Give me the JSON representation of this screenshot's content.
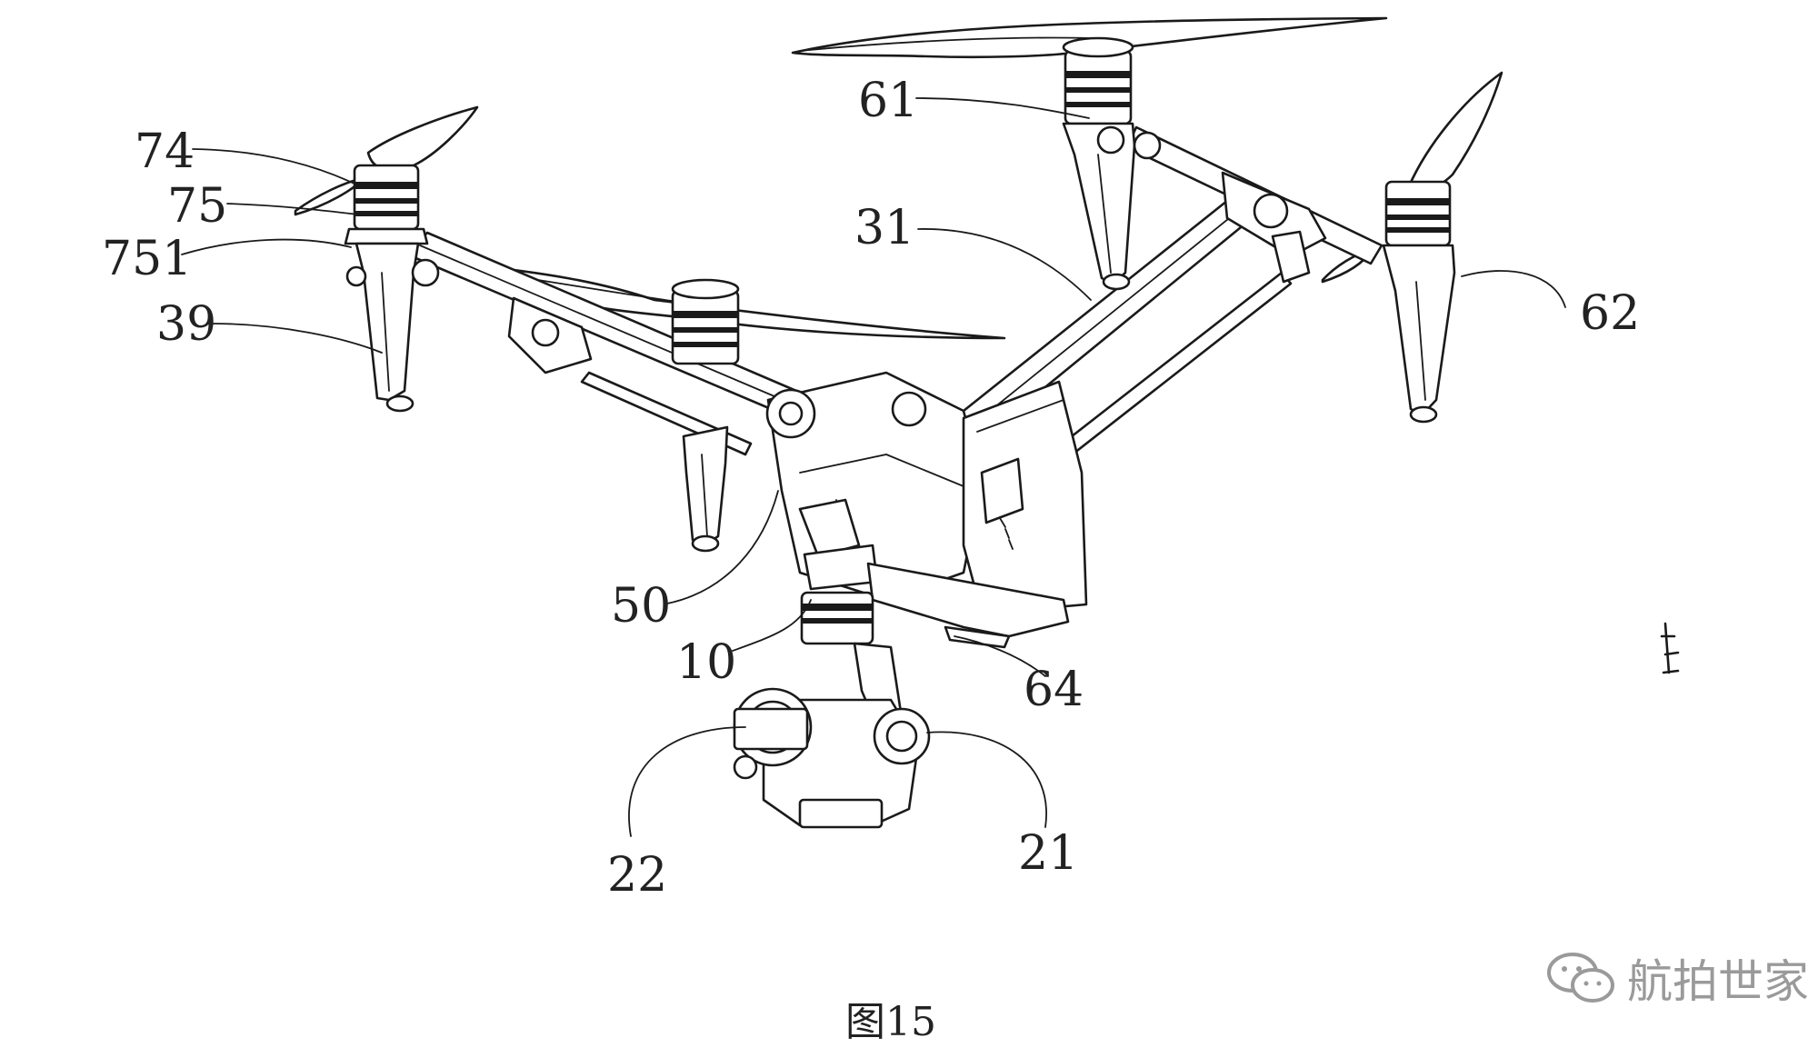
{
  "figure": {
    "caption": "图15",
    "watermark_text": "航拍世家",
    "watermark_icon": "wechat-icon"
  },
  "labels": {
    "74": "74",
    "75": "75",
    "751": "751",
    "39": "39",
    "61": "61",
    "31": "31",
    "62": "62",
    "50": "50",
    "10": "10",
    "64": "64",
    "22": "22",
    "21": "21"
  },
  "colors": {
    "ink": "#1a1a1a",
    "background": "#ffffff",
    "watermark": "#9a9a9a"
  }
}
